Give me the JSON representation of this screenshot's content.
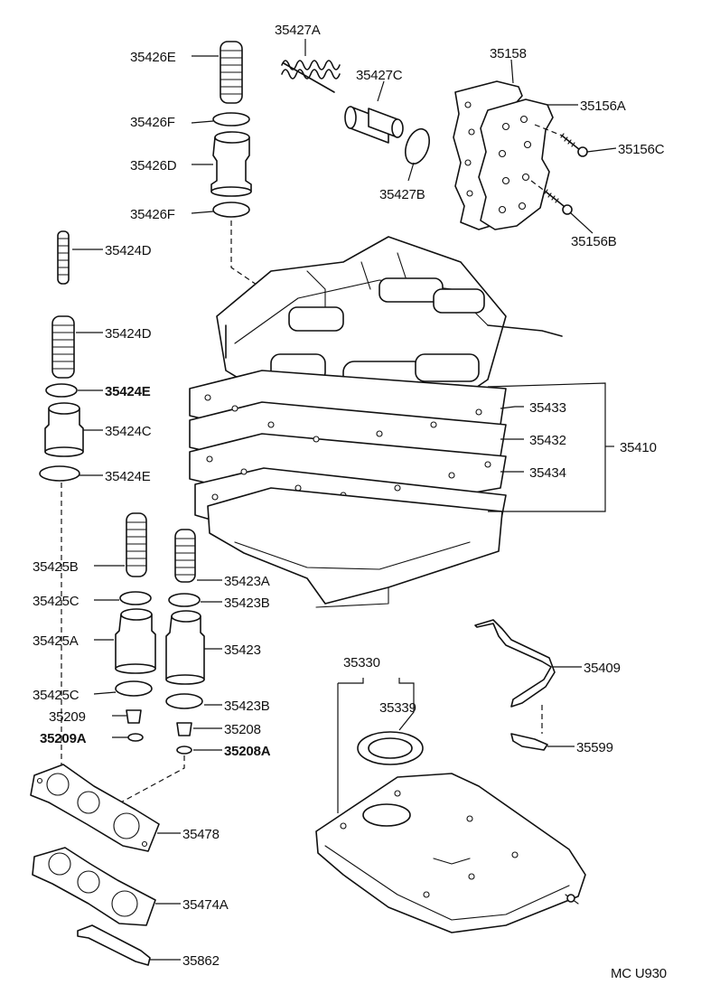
{
  "diagram_code": "MC U930",
  "parts": {
    "p35427A": "35427A",
    "p35427C": "35427C",
    "p35427B": "35427B",
    "p35426E": "35426E",
    "p35426F_top": "35426F",
    "p35426D": "35426D",
    "p35426F_bottom": "35426F",
    "p35158": "35158",
    "p35156A": "35156A",
    "p35156C": "35156C",
    "p35156B": "35156B",
    "p35424D_top": "35424D",
    "p35424D_mid": "35424D",
    "p35424E_top": "35424E",
    "p35424C": "35424C",
    "p35424E_bottom": "35424E",
    "p35433": "35433",
    "p35432": "35432",
    "p35434": "35434",
    "p35410": "35410",
    "p35425B": "35425B",
    "p35423A": "35423A",
    "p35425C_top": "35425C",
    "p35423B_top": "35423B",
    "p35425A": "35425A",
    "p35423": "35423",
    "p35425C_bottom": "35425C",
    "p35423B_bottom": "35423B",
    "p35209": "35209",
    "p35208": "35208",
    "p35209A": "35209A",
    "p35208A": "35208A",
    "p35330": "35330",
    "p35339": "35339",
    "p35409": "35409",
    "p35599": "35599",
    "p35478": "35478",
    "p35474A": "35474A",
    "p35862": "35862"
  }
}
